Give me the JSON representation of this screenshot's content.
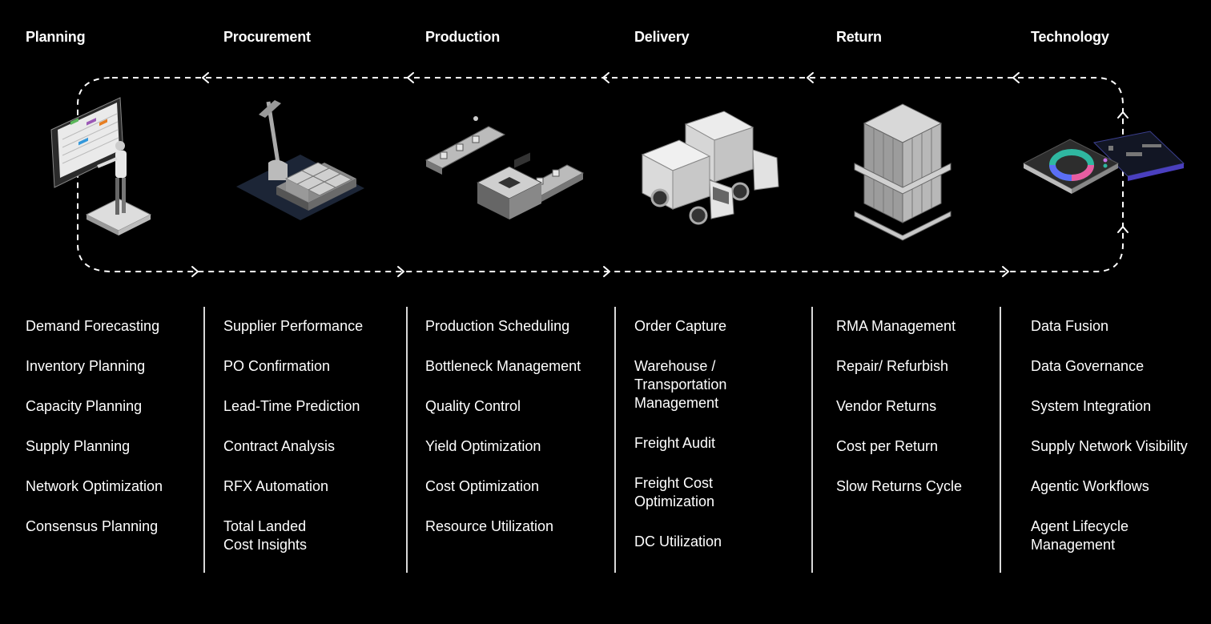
{
  "stages": [
    {
      "title": "Planning",
      "icon": "person-planning-board-icon",
      "items": [
        "Demand Forecasting",
        "Inventory Planning",
        "Capacity Planning",
        "Supply Planning",
        "Network Optimization",
        "Consensus Planning"
      ]
    },
    {
      "title": "Procurement",
      "icon": "pallet-jack-icon",
      "items": [
        "Supplier Performance",
        "PO Confirmation",
        "Lead-Time Prediction",
        "Contract Analysis",
        "RFX Automation",
        "Total Landed\nCost Insights"
      ]
    },
    {
      "title": "Production",
      "icon": "conveyor-machine-icon",
      "items": [
        "Production Scheduling",
        "Bottleneck Management",
        "Quality Control",
        "Yield Optimization",
        "Cost Optimization",
        "Resource Utilization"
      ]
    },
    {
      "title": "Delivery",
      "icon": "delivery-trucks-icon",
      "items": [
        "Order Capture",
        "Warehouse /\nTransportation\nManagement",
        "Freight Audit",
        "Freight Cost\nOptimization",
        "DC Utilization"
      ]
    },
    {
      "title": "Return",
      "icon": "boxes-on-pallet-icon",
      "items": [
        "RMA Management",
        "Repair/ Refurbish",
        "Vendor Returns",
        "Cost per Return",
        "Slow Returns Cycle"
      ]
    },
    {
      "title": "Technology",
      "icon": "analytics-dashboard-icon",
      "items": [
        "Data Fusion",
        "Data Governance",
        "System Integration",
        "Supply Network Visibility",
        "Agentic Workflows",
        "Agent Lifecycle\nManagement"
      ]
    }
  ],
  "colors": {
    "background": "#000000",
    "text": "#ffffff",
    "divider": "#d8d8d8",
    "flow": "#ffffff"
  }
}
